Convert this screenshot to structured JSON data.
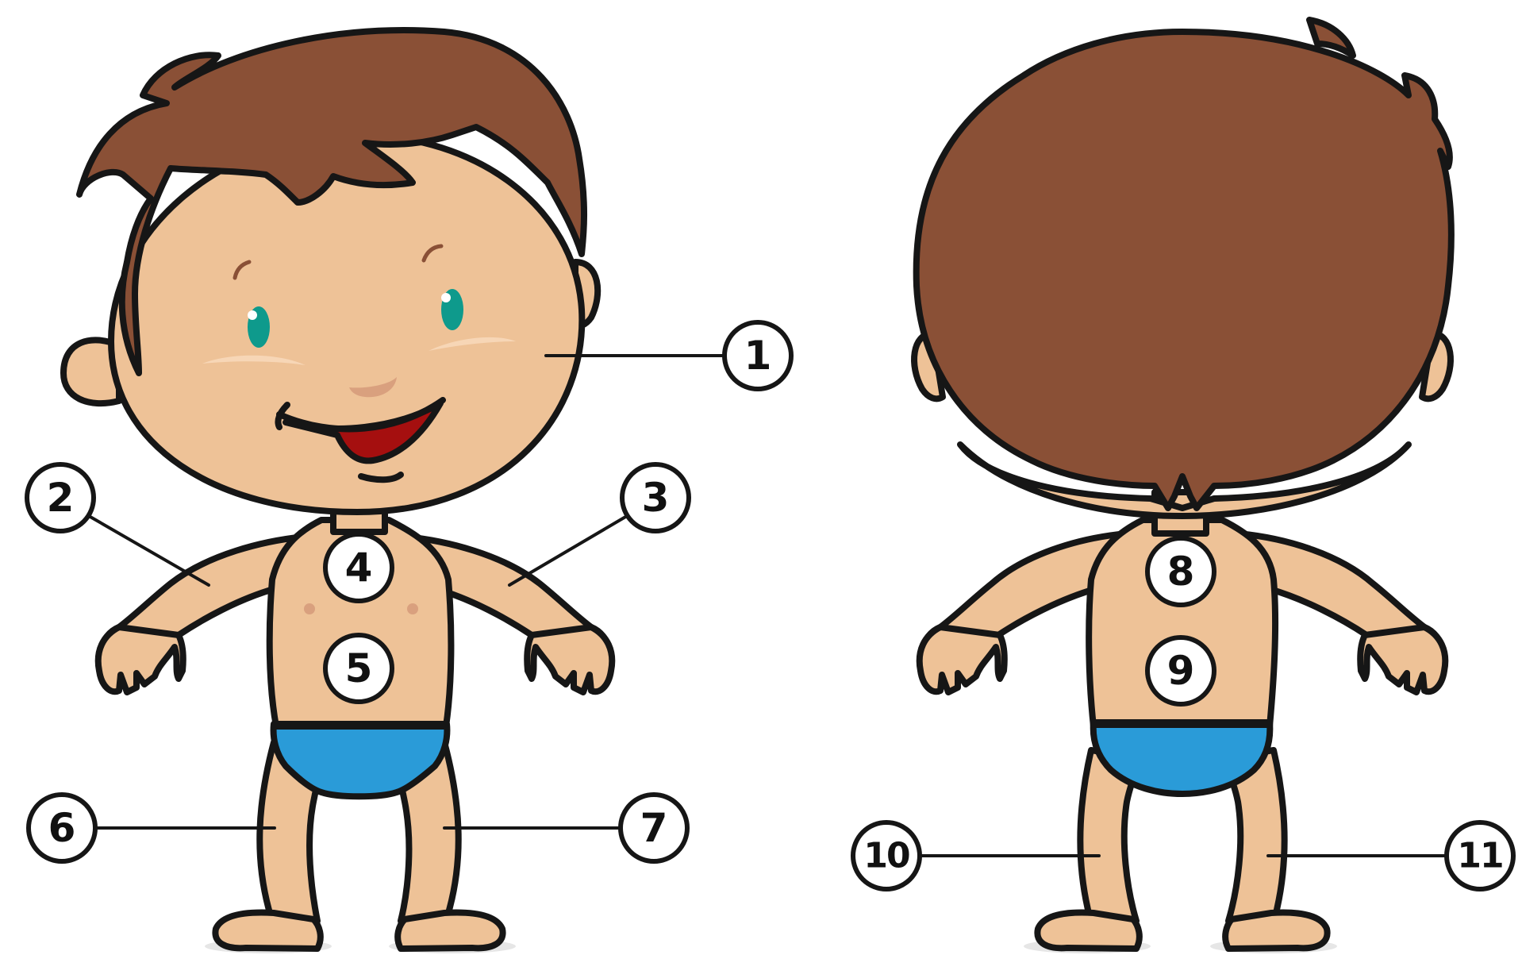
{
  "labels": [
    {
      "id": "1",
      "text": "1"
    },
    {
      "id": "2",
      "text": "2"
    },
    {
      "id": "3",
      "text": "3"
    },
    {
      "id": "4",
      "text": "4"
    },
    {
      "id": "5",
      "text": "5"
    },
    {
      "id": "6",
      "text": "6"
    },
    {
      "id": "7",
      "text": "7"
    },
    {
      "id": "8",
      "text": "8"
    },
    {
      "id": "9",
      "text": "9"
    },
    {
      "id": "10",
      "text": "10"
    },
    {
      "id": "11",
      "text": "11"
    }
  ],
  "colors": {
    "skin": "#EEC297",
    "hair": "#8A5036",
    "outline": "#161616",
    "briefs": "#2A9BD8",
    "eyes": "#0E9A8C",
    "mouth": "#A50F0F",
    "nipple": "#D9A07E",
    "cheek": "#F7D6B6"
  }
}
